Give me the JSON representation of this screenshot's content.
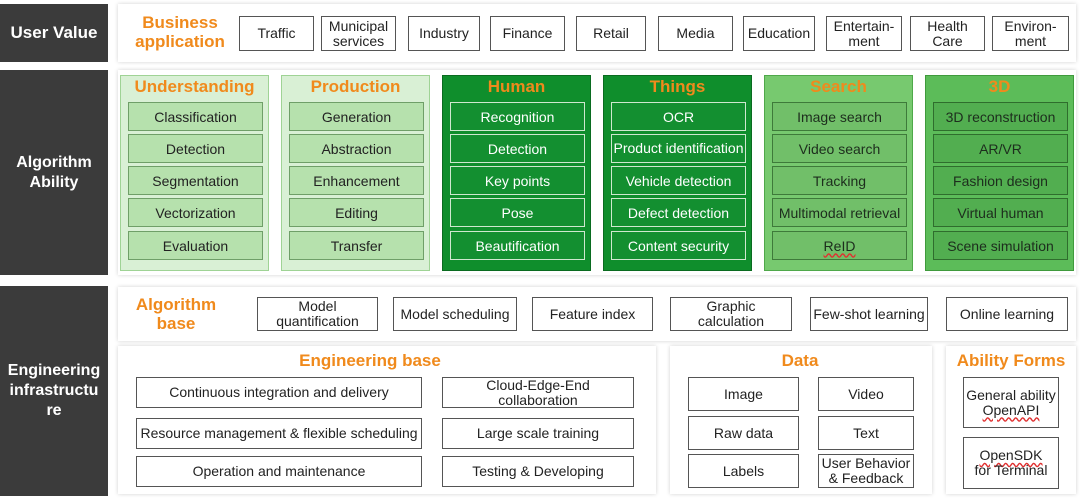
{
  "user_value": {
    "title": "User Value",
    "heading_line1": "Business",
    "heading_line2": "application",
    "items": [
      {
        "l1": "Traffic",
        "l2": ""
      },
      {
        "l1": "Municipal",
        "l2": "services"
      },
      {
        "l1": "Industry",
        "l2": ""
      },
      {
        "l1": "Finance",
        "l2": ""
      },
      {
        "l1": "Retail",
        "l2": ""
      },
      {
        "l1": "Media",
        "l2": ""
      },
      {
        "l1": "Education",
        "l2": ""
      },
      {
        "l1": "Entertain-",
        "l2": "ment"
      },
      {
        "l1": "Health",
        "l2": "Care"
      },
      {
        "l1": "Environ-",
        "l2": "ment"
      }
    ]
  },
  "algorithm_ability": {
    "title_line1": "Algorithm",
    "title_line2": "Ability",
    "columns": [
      {
        "title": "Understanding",
        "items": [
          "Classification",
          "Detection",
          "Segmentation",
          "Vectorization",
          "Evaluation"
        ]
      },
      {
        "title": "Production",
        "items": [
          "Generation",
          "Abstraction",
          "Enhancement",
          "Editing",
          "Transfer"
        ]
      },
      {
        "title": "Human",
        "items": [
          "Recognition",
          "Detection",
          "Key points",
          "Pose",
          "Beautification"
        ]
      },
      {
        "title": "Things",
        "items": [
          "OCR",
          "Product identification",
          "Vehicle detection",
          "Defect detection",
          "Content security"
        ]
      },
      {
        "title": "Search",
        "items": [
          "Image search",
          "Video search",
          "Tracking",
          "Multimodal retrieval",
          "ReID"
        ]
      },
      {
        "title": "3D",
        "items": [
          "3D reconstruction",
          "AR/VR",
          "Fashion design",
          "Virtual human",
          "Scene simulation"
        ]
      }
    ]
  },
  "engineering": {
    "title_line1": "Engineering",
    "title_line2": "infrastructu",
    "title_line3": "re",
    "algorithm_base": {
      "heading_line1": "Algorithm",
      "heading_line2": "base",
      "items": [
        {
          "l1": "Model",
          "l2": "quantification"
        },
        {
          "l1": "Model scheduling",
          "l2": ""
        },
        {
          "l1": "Feature index",
          "l2": ""
        },
        {
          "l1": "Graphic",
          "l2": "calculation"
        },
        {
          "l1": "Few-shot learning",
          "l2": ""
        },
        {
          "l1": "Online learning",
          "l2": ""
        }
      ]
    },
    "engineering_base": {
      "heading": "Engineering base",
      "items": [
        "Continuous integration and delivery",
        "Cloud-Edge-End collaboration",
        "Resource management & flexible scheduling",
        "Large scale training",
        "Operation and maintenance",
        "Testing & Developing"
      ]
    },
    "data": {
      "heading": "Data",
      "items": [
        {
          "l1": "Image",
          "l2": ""
        },
        {
          "l1": "Video",
          "l2": ""
        },
        {
          "l1": "Raw data",
          "l2": ""
        },
        {
          "l1": "Text",
          "l2": ""
        },
        {
          "l1": "Labels",
          "l2": ""
        },
        {
          "l1": "User Behavior",
          "l2": "& Feedback"
        }
      ]
    },
    "ability_forms": {
      "heading": "Ability Forms",
      "items": [
        {
          "l1": "General ability",
          "l2": "OpenAPI"
        },
        {
          "l1": "OpenSDK",
          "l2": "for Terminal"
        }
      ]
    }
  },
  "colors": {
    "orange": "#f08a1c",
    "dark_side": "#3b3b3b",
    "light_green": "#d9f0d5",
    "dark_green": "#0f8e2c",
    "mid_green": "#77c96f"
  }
}
